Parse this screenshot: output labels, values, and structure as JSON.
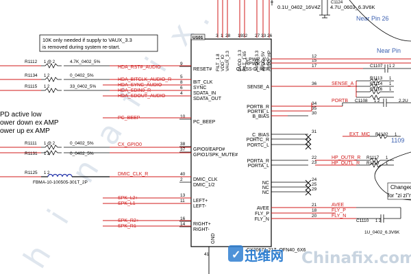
{
  "top_notes": {
    "cap_value_1": "0.1U_0402_16V4Z",
    "cap_value_2": "4.7U_0603_6.3V6K",
    "near_pin_1": "Near Pin 26",
    "near_pin_2": "Near Pin"
  },
  "vaux_note": [
    "10K only needed if supply to VAUX_3.3",
    "is removed during system re-start."
  ],
  "side_notes": [
    "PD active low",
    "ower down ex AMP",
    "ower up ex AMP"
  ],
  "chip": {
    "ref": "U101",
    "part": "CX20671-21Z_QFN40_6X6",
    "top_pins": [
      {
        "num": "3",
        "name": "FILT_1.8"
      },
      {
        "num": "1",
        "name": "VDD_IO"
      },
      {
        "num": "28",
        "name": "VAUX_3.3"
      },
      {
        "num": "19",
        "name": "DVDD_3.3"
      },
      {
        "num": "32",
        "name": "FILT_1.65"
      },
      {
        "num": "27",
        "name": "AVDD_3.3"
      },
      {
        "num": "33",
        "name": "AVDD_5V"
      },
      {
        "num": "26",
        "name": "AVDD_HP"
      }
    ],
    "left_pins": [
      {
        "num": "9",
        "name": "RESET#"
      },
      {
        "num": "5",
        "name": "BIT_CLK"
      },
      {
        "num": "8",
        "name": "SYNC"
      },
      {
        "num": "6",
        "name": "SDATA_IN"
      },
      {
        "num": "4",
        "name": "SDATA_OUT"
      },
      {
        "num": "10",
        "name": "PC_BEEP"
      },
      {
        "num": "38",
        "name": "GPIO0/EAPD#"
      },
      {
        "num": "37",
        "name": "GPIO1/SPK_MUTE#"
      },
      {
        "num": "40",
        "name": "DMIC_CLK"
      },
      {
        "num": "2",
        "name": "DMIC_1/2"
      },
      {
        "num": "13",
        "name": "LEFT+"
      },
      {
        "num": "11",
        "name": "LEFT-"
      },
      {
        "num": "16",
        "name": "RIGHT+"
      },
      {
        "num": "14",
        "name": "RIGHT-"
      }
    ],
    "right_pins": [
      {
        "num": "12",
        "name": "LPWR_5.0"
      },
      {
        "num": "15",
        "name": "RPWR_5.0"
      },
      {
        "num": "17",
        "name": "CLASS-D_REF"
      },
      {
        "num": "36",
        "name": "SENSE_A"
      },
      {
        "num": "34",
        "name": "PORTB_R"
      },
      {
        "num": "35",
        "name": "PORTB_L"
      },
      {
        "num": "30",
        "name": "B_BIAS"
      },
      {
        "num": "31",
        "name": "C_BIAS"
      },
      {
        "num": "",
        "name": "PORTC_R"
      },
      {
        "num": "",
        "name": "PORTC_L"
      },
      {
        "num": "22",
        "name": "PORTA_R"
      },
      {
        "num": "23",
        "name": "PORTA_L"
      },
      {
        "num": "24",
        "name": "NC"
      },
      {
        "num": "25",
        "name": "NC"
      },
      {
        "num": "29",
        "name": "NC"
      },
      {
        "num": "21",
        "name": "AVEE"
      },
      {
        "num": "18",
        "name": "FLY_P"
      },
      {
        "num": "20",
        "name": "FLY_N"
      }
    ],
    "bottom_pin": {
      "num": "41",
      "name": "GND"
    }
  },
  "left_parts": [
    {
      "ref": "R1112",
      "pins": "1 @ 2",
      "value": "4.7K_0402_5%"
    },
    {
      "ref": "R1134",
      "pins": "1 2",
      "value": "0_0402_5%"
    },
    {
      "ref": "R1115",
      "pins": "1 2",
      "value": "33_0402_5%"
    },
    {
      "ref": "R1111",
      "pins": "1 @ 2",
      "value": "0_0402_5%"
    },
    {
      "ref": "R1131",
      "pins": "1 2",
      "value": "0_0402_5%"
    },
    {
      "ref": "R1125",
      "pins": "1 2",
      "value": "FBMA-10-100505-301T_2P"
    }
  ],
  "left_nets": [
    "HDA_RST#_AUDIO",
    "HDA_BITCLK_AUDIO_R",
    "HDA_SYNC_AUDIO",
    "HDA_SDIN0_R",
    "HDA_SDOUT_AUDIO",
    "PC_BEEP",
    "CX_GPIO0",
    "DMIC_CLK_R",
    "SPK_L2+",
    "SPK_L1-",
    "SPK_R2+",
    "SPK_R1-"
  ],
  "right_parts": [
    {
      "ref": "C1107",
      "pins": "1 2"
    },
    {
      "ref": "R1113",
      "pins": "1"
    },
    {
      "ref": "R1114",
      "pins": "1"
    },
    {
      "ref": "R1116",
      "pins": "1"
    },
    {
      "ref": "C1108",
      "pins": "1 2",
      "value": "2.2U"
    },
    {
      "ref": "R1132",
      "pins": "1"
    },
    {
      "ref": "R1117",
      "pins": "1"
    },
    {
      "ref": "R1118",
      "pins": "1"
    },
    {
      "ref": "C1110",
      "pins": "1 2",
      "value": "1U_0402_6.3V6K"
    }
  ],
  "right_nets": [
    "SENSE_A",
    "PORTB",
    "EXT_MIC",
    "HP_OUTR_R",
    "HP_OUTL_R",
    "AVEE",
    "FLY_P",
    "FLY_N"
  ],
  "right_note": [
    "Changed from",
    "for \"zi zi\"noise."
  ],
  "partial_text": "1109",
  "watermark": {
    "chars": [
      "h",
      "i",
      "n",
      "a",
      "f",
      "i",
      "x",
      "."
    ],
    "logo": "迅维网",
    "domain": "Chinafix.com"
  },
  "colors": {
    "wire": "#d01818",
    "line": "#000000",
    "note": "#3a5fb0",
    "accent": "#e05a10",
    "wm": "#dfe6ee"
  }
}
